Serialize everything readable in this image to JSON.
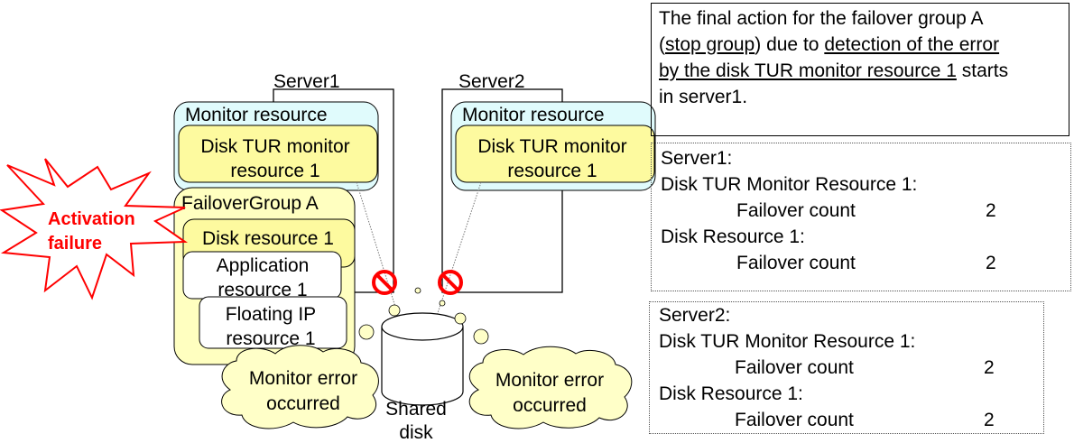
{
  "diagram": {
    "servers": [
      {
        "label": "Server1"
      },
      {
        "label": "Server2"
      }
    ],
    "monitor_groups": [
      {
        "title": "Monitor resource",
        "item": [
          "Disk TUR monitor",
          "resource 1"
        ]
      },
      {
        "title": "Monitor resource",
        "item": [
          "Disk TUR monitor",
          "resource 1"
        ]
      }
    ],
    "failover_group": {
      "title": "FailoverGroup A",
      "disk_resource": "Disk resource 1",
      "application_resource": [
        "Application",
        "resource 1"
      ],
      "floating_ip_resource": [
        "Floating IP",
        "resource 1"
      ]
    },
    "burst": {
      "text": [
        "Activation",
        "failure"
      ],
      "color": "#ff0000"
    },
    "clouds": [
      {
        "text": [
          "Monitor error",
          "occurred"
        ]
      },
      {
        "text": [
          "Monitor error",
          "occurred"
        ]
      }
    ],
    "shared_disk": {
      "label": [
        "Shared",
        "disk"
      ]
    },
    "prohibit_icons": 2,
    "colors": {
      "monitor_bg": "#e0fbfc",
      "resource_yellow": "#fdfa9f",
      "group_yellow": "#ffffc0",
      "cloud": "#ffffc8",
      "prohibit_red": "#ff0000"
    }
  },
  "note": {
    "line1": "The final action for the failover group A",
    "line2_pre": "(",
    "line2_u1": "stop group",
    "line2_mid": ") due to ",
    "line2_u2": "detection of the error",
    "line3_u": "by the disk TUR monitor resource 1",
    "line3_post": " starts",
    "line4": "in server1."
  },
  "counts": [
    {
      "server": "Server1:",
      "monitor_label": "Disk TUR Monitor Resource 1:",
      "monitor_count_label": "Failover count",
      "monitor_count": "2",
      "resource_label": "Disk Resource 1:",
      "resource_count_label": "Failover count",
      "resource_count": "2"
    },
    {
      "server": "Server2:",
      "monitor_label": "Disk TUR Monitor Resource 1:",
      "monitor_count_label": "Failover count",
      "monitor_count": "2",
      "resource_label": "Disk Resource 1:",
      "resource_count_label": "Failover count",
      "resource_count": "2"
    }
  ]
}
